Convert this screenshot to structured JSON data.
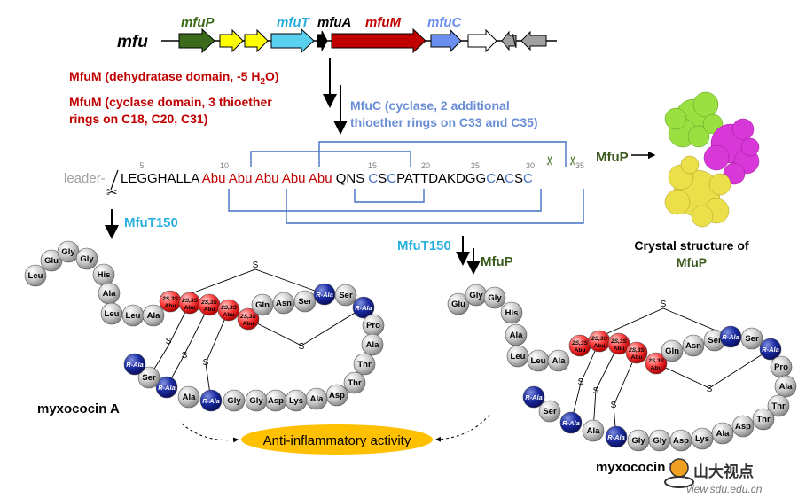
{
  "cluster": {
    "name": "mfu",
    "gene_labels": {
      "mfuP": "mfuP",
      "mfuT": "mfuT",
      "mfuA": "mfuA",
      "mfuM": "mfuM",
      "mfuC": "mfuC"
    }
  },
  "steps": {
    "mfum_dehydratase_pre": "MfuM (dehydratase domain, -5 H",
    "mfum_dehydratase_sub": "2",
    "mfum_dehydratase_post": "O)",
    "mfum_cyclase_1": "MfuM (cyclase domain, 3 thioether",
    "mfum_cyclase_2": "rings on C18, C20, C31)",
    "mfuc_1": "MfuC (cyclase, 2 additional",
    "mfuc_2": "thioether rings on C33 and C35)",
    "mfup": "MfuP",
    "mfut150_left": "MfuT150",
    "mfut150_right": "MfuT150",
    "mfup_right": "MfuP"
  },
  "sequence": {
    "leader": "leader-",
    "ticks": [
      "5",
      "10",
      "15",
      "20",
      "25",
      "30",
      "35"
    ],
    "segments": [
      {
        "text": "LEGGHALLA",
        "color": "#000000"
      },
      {
        "text": "Abu",
        "color": "#c00000"
      },
      {
        "text": "Abu",
        "color": "#c00000"
      },
      {
        "text": "Abu",
        "color": "#c00000"
      },
      {
        "text": "Abu",
        "color": "#c00000"
      },
      {
        "text": "Abu",
        "color": "#c00000"
      },
      {
        "text": "QNS",
        "color": "#000000"
      },
      {
        "text": "C",
        "color": "#4472c4"
      },
      {
        "text": "S",
        "color": "#000000"
      },
      {
        "text": "C",
        "color": "#4472c4"
      },
      {
        "text": "PATTDAKDGG",
        "color": "#000000"
      },
      {
        "text": "C",
        "color": "#4472c4"
      },
      {
        "text": "A",
        "color": "#000000"
      },
      {
        "text": "C",
        "color": "#4472c4"
      },
      {
        "text": "S",
        "color": "#000000"
      },
      {
        "text": "C",
        "color": "#4472c4"
      }
    ]
  },
  "crystal": {
    "line1": "Crystal structure of",
    "line2": "MfuP"
  },
  "product_a": {
    "name": "myxococin A",
    "residues": [
      "Leu",
      "Glu",
      "Gly",
      "Gly",
      "His",
      "Ala",
      "Leu",
      "Leu",
      "Ala",
      "2S,3S Abu",
      "2S,3S Abu",
      "2S,3S Abu",
      "2S,3S Abu",
      "2S,3S Abu",
      "Gln",
      "Asn",
      "Ser",
      "R-Ala",
      "Ser",
      "R-Ala",
      "Pro",
      "Ala",
      "Thr",
      "Thr",
      "Asp",
      "Ala",
      "Lys",
      "Asp",
      "Gly",
      "Gly",
      "R-Ala",
      "Ala",
      "R-Ala",
      "Ser",
      "R-Ala"
    ],
    "bridge_label": "S"
  },
  "product_b": {
    "name": "myxococin B",
    "residues": [
      "Glu",
      "Gly",
      "Gly",
      "His",
      "Ala",
      "Leu",
      "Leu",
      "Ala",
      "2S,3S Abu",
      "2S,3S Abu",
      "2S,3S Abu",
      "2S,3S Abu",
      "2S,3S Abu",
      "Gln",
      "Asn",
      "Ser",
      "R-Ala",
      "Ser",
      "R-Ala",
      "Pro",
      "Ala",
      "Thr",
      "Thr",
      "Asp",
      "Ala",
      "Lys",
      "Asp",
      "Gly",
      "Gly",
      "R-Ala",
      "Ala",
      "R-Ala",
      "Ser",
      "R-Ala"
    ],
    "bridge_label": "S"
  },
  "activity": "Anti-inflammatory activity",
  "watermark": {
    "cn": "山大视点",
    "url": "view.sdu.edu.cn"
  },
  "colors": {
    "red": "#c00000",
    "blue_light": "#6b8fd6",
    "cyan": "#2ab0e0",
    "green": "#3a5a1e",
    "gene_green": "#3a6a1a",
    "gene_yellow": "#ffff00",
    "gene_cyan": "#5ad0f0",
    "gene_red": "#c00000",
    "gene_blue": "#6b8ff0",
    "residue_red": "#ff4040",
    "residue_blue": "#1a2a9a",
    "residue_gray": "#c8c8c8",
    "activity_fill": "#ffc000"
  }
}
